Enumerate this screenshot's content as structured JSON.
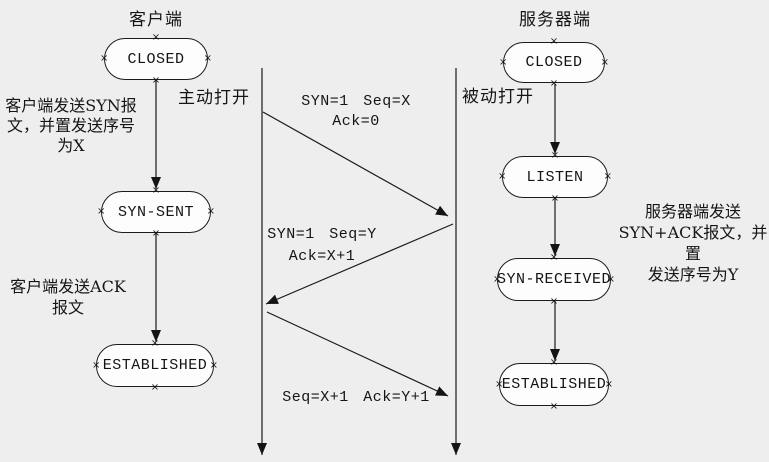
{
  "colors": {
    "background": "#eeeeee",
    "box_fill": "#fdfdfd",
    "line": "#1a1a1a"
  },
  "glyphs": {
    "selection_handle": "×"
  },
  "client": {
    "header": "客户端",
    "states": {
      "closed": "CLOSED",
      "syn_sent": "SYN-SENT",
      "established": "ESTABLISHED"
    },
    "open_label": "主动打开",
    "syn_note": "客户端发送SYN报\n文，并置发送序号\n为X",
    "ack_note": "客户端发送ACK\n报文"
  },
  "server": {
    "header": "服务器端",
    "states": {
      "closed": "CLOSED",
      "listen": "LISTEN",
      "syn_received": "SYN-RECEIVED",
      "established": "ESTABLISHED"
    },
    "open_label": "被动打开",
    "note": "服务器端发送\nSYN+ACK报文，并置\n发送序号为Y"
  },
  "messages": {
    "syn": "SYN=1 Seq=X Ack=0",
    "syn_ack": "SYN=1 Seq=Y\nAck=X+1",
    "ack": "Seq=X+1 Ack=Y+1"
  }
}
